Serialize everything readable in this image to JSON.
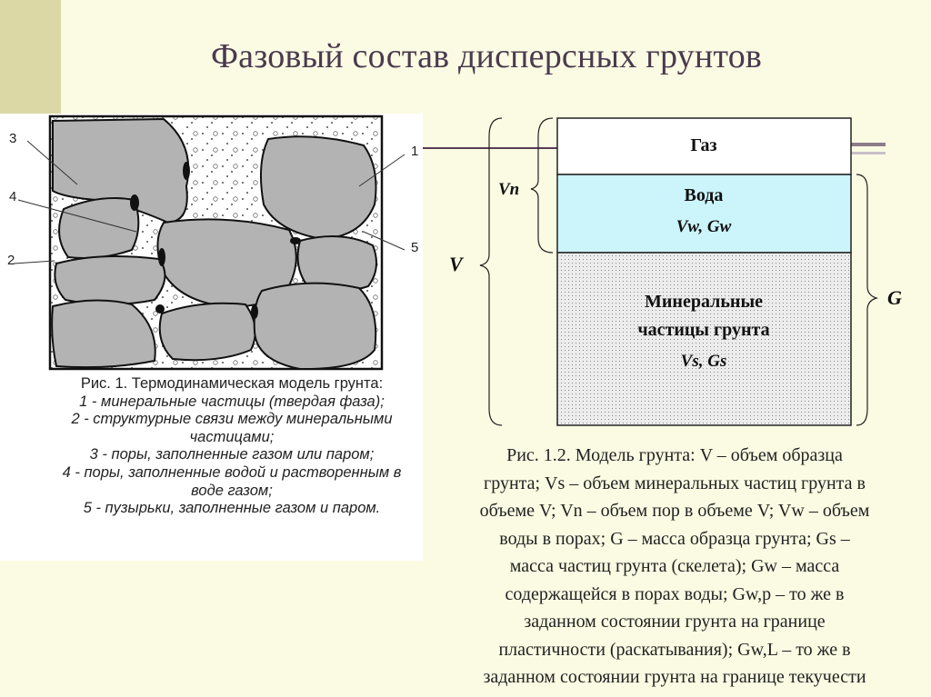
{
  "title": "Фазовый состав дисперсных грунтов",
  "colors": {
    "background": "#fbfbe3",
    "accent": "#dcd8a6",
    "title": "#4a3a4e",
    "particle": "#b3b3b3",
    "water": "#ccf4fb",
    "minerals": "#e8e8e8"
  },
  "figure1": {
    "labels": {
      "l1": "1",
      "l2": "2",
      "l3": "3",
      "l4": "4",
      "l5": "5"
    },
    "caption_lines": [
      "Рис. 1. Термодинамическая модель грунта:",
      "1 - минеральные частицы (твердая фаза);",
      "2 - структурные связи между минеральными частицами;",
      "3 - поры, заполненные газом или паром;",
      "4 - поры, заполненные водой и растворенным в воде газом;",
      "5 - пузырьки, заполненные газом и паром."
    ]
  },
  "figure2": {
    "gas_label": "Газ",
    "water_label": "Вода",
    "water_sub": "Vw, Gw",
    "mineral_line1": "Минеральные",
    "mineral_line2": "частицы грунта",
    "mineral_sub": "Vs, Gs",
    "brace_vn": "Vn",
    "brace_v": "V",
    "brace_g": "G",
    "caption_lines": [
      "Рис. 1.2. Модель грунта: V – объем образца",
      "грунта; Vs – объем минеральных частиц грунта в",
      "объеме V; Vn – объем пор в объеме V; Vw – объем",
      "воды в порах; G – масса образца грунта; Gs –",
      "масса частиц грунта (скелета); Gw – масса",
      "содержащейся в порах воды; Gw,p – то же в",
      "заданном состоянии грунта на границе",
      "пластичности (раскатывания); Gw,L – то же в",
      "заданном состоянии грунта на границе текучести"
    ]
  }
}
